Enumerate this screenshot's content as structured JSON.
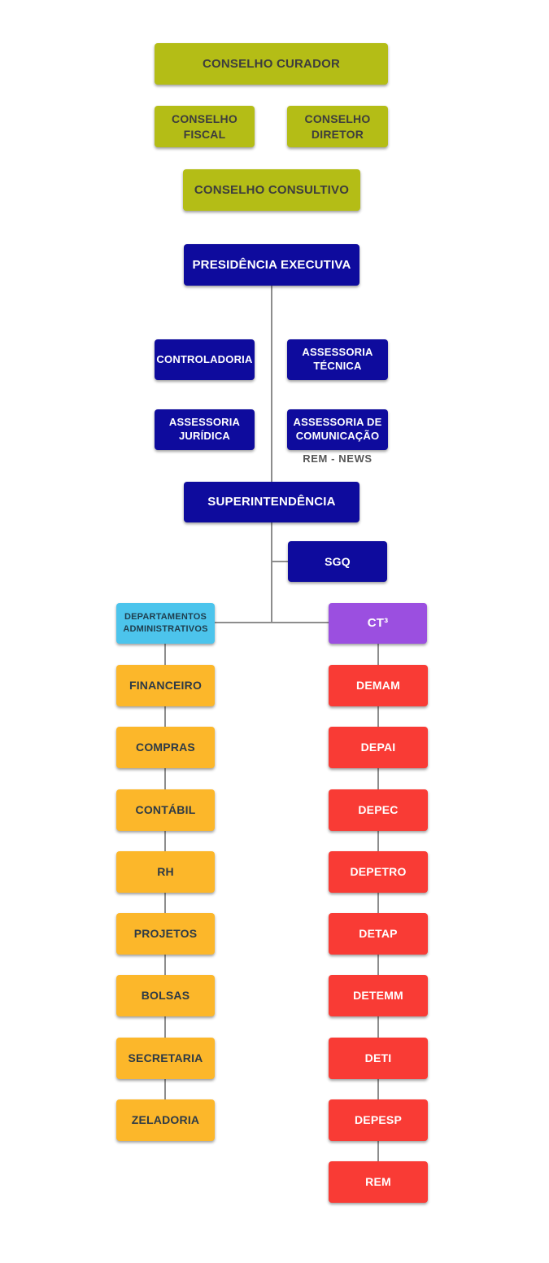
{
  "palette": {
    "council_olive": "#b4bd16",
    "executive_navy": "#0e0b9d",
    "admin_header_cyan": "#4cc4ec",
    "technical_header_purple": "#9b4fe0",
    "admin_orange": "#fcb72a",
    "technical_red": "#f93b35",
    "connector_gray": "#8d8d8d",
    "dark_text": "#3d3d3d",
    "slate_text": "#2d3a46"
  },
  "org_chart": {
    "councils": {
      "curador": "CONSELHO CURADOR",
      "fiscal": "CONSELHO FISCAL",
      "diretor": "CONSELHO DIRETOR",
      "consultivo": "CONSELHO CONSULTIVO"
    },
    "executive": {
      "presidencia": "PRESIDÊNCIA EXECUTIVA",
      "controladoria": "CONTROLADORIA",
      "assessoria_tecnica": "ASSESSORIA TÉCNICA",
      "assessoria_juridica": "ASSESSORIA JURÍDICA",
      "assessoria_comunicacao": "ASSESSORIA DE COMUNICAÇÃO",
      "rem_news": "REM - NEWS",
      "superintendencia": "SUPERINTENDÊNCIA",
      "sgq": "SGQ"
    },
    "admin": {
      "header": "DEPARTAMENTOS ADMINISTRATIVOS",
      "items": [
        "FINANCEIRO",
        "COMPRAS",
        "CONTÁBIL",
        "RH",
        "PROJETOS",
        "BOLSAS",
        "SECRETARIA",
        "ZELADORIA"
      ]
    },
    "technical": {
      "header": "CT³",
      "items": [
        "DEMAM",
        "DEPAI",
        "DEPEC",
        "DEPETRO",
        "DETAP",
        "DETEMM",
        "DETI",
        "DEPESP",
        "REM"
      ]
    }
  }
}
